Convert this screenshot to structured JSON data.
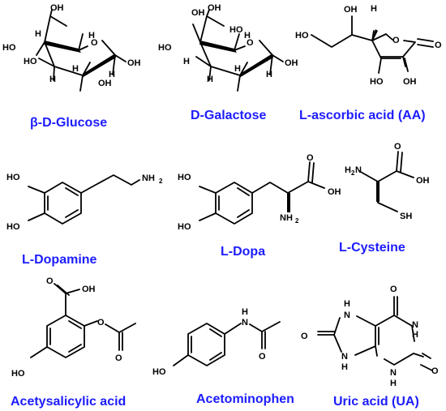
{
  "molecules": [
    {
      "name": "β-D-Glucose",
      "atoms": [
        "OH",
        "HO",
        "H",
        "HO",
        "H",
        "H",
        "O",
        "OH",
        "OH",
        "H",
        "H"
      ]
    },
    {
      "name": "D-Galactose",
      "atoms": [
        "OH",
        "HO",
        "OH",
        "H",
        "H",
        "O",
        "HO",
        "OH",
        "H",
        "H",
        "H"
      ]
    },
    {
      "name": "L-ascorbic acid (AA)",
      "atoms": [
        "OH",
        "HO",
        "H",
        "O",
        "O",
        "HO",
        "OH"
      ]
    },
    {
      "name": "L-Dopamine",
      "atoms": [
        "HO",
        "HO",
        "NH",
        "2"
      ]
    },
    {
      "name": "L-Dopa",
      "atoms": [
        "O",
        "HO",
        "OH",
        "HO",
        "NH",
        "2"
      ]
    },
    {
      "name": "L-Cysteine",
      "atoms": [
        "O",
        "H",
        "2",
        "N",
        "OH",
        "SH"
      ]
    },
    {
      "name": "Acetysalicylic acid",
      "atoms": [
        "O",
        "OH",
        "O",
        "O",
        "HO"
      ]
    },
    {
      "name": "Acetominophen",
      "atoms": [
        "H",
        "N",
        "O",
        "HO"
      ]
    },
    {
      "name": "Uric acid (UA)",
      "atoms": [
        "O",
        "H",
        "N",
        "H",
        "N",
        "O",
        "O",
        "N",
        "H",
        "N",
        "H"
      ]
    }
  ]
}
